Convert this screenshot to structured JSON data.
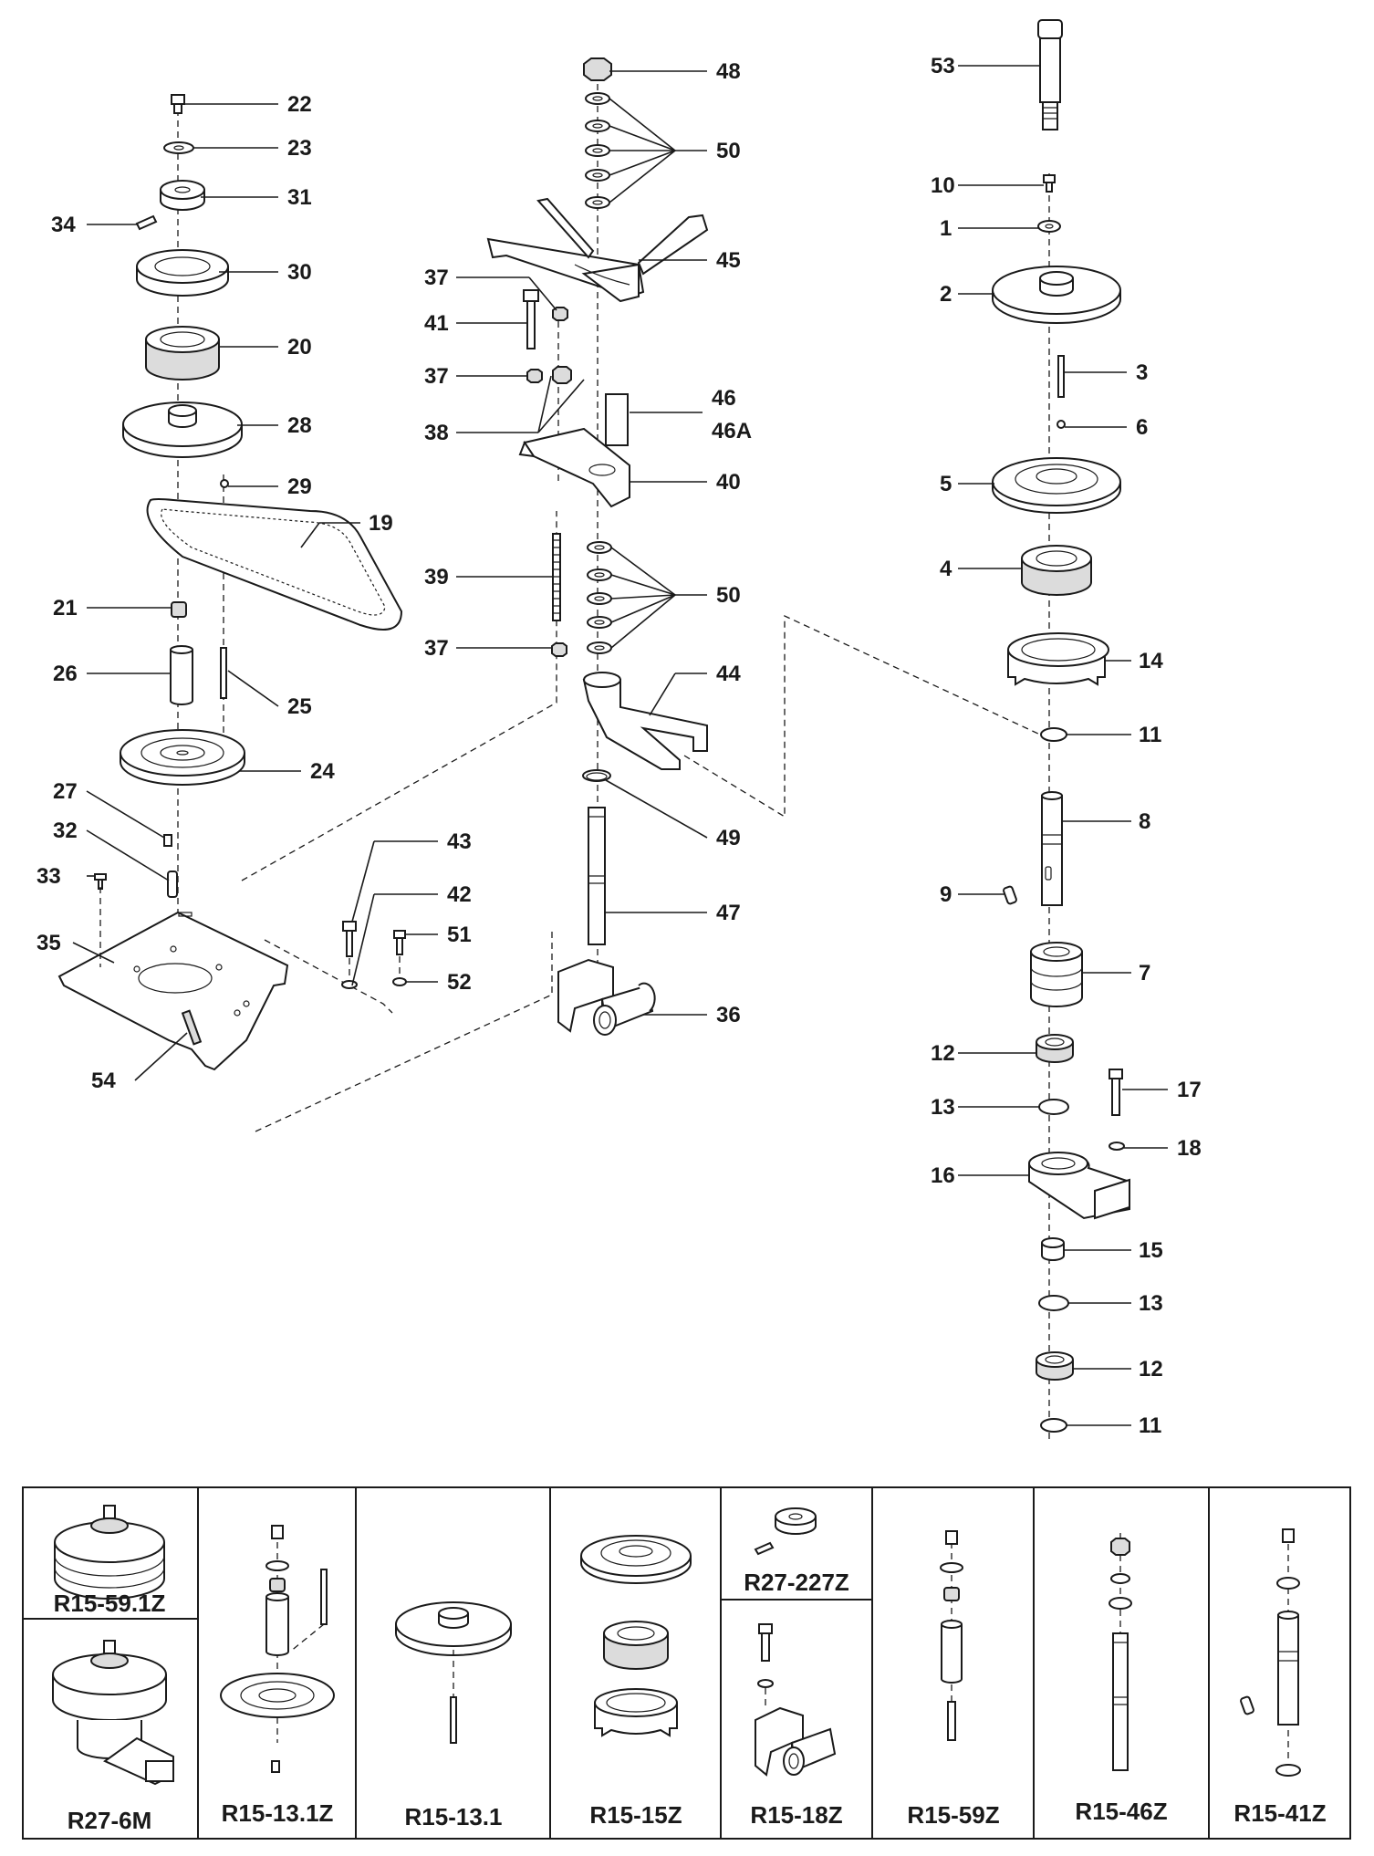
{
  "callouts": [
    {
      "id": "22",
      "label": "22"
    },
    {
      "id": "23",
      "label": "23"
    },
    {
      "id": "31",
      "label": "31"
    },
    {
      "id": "34",
      "label": "34"
    },
    {
      "id": "30",
      "label": "30"
    },
    {
      "id": "20",
      "label": "20"
    },
    {
      "id": "28",
      "label": "28"
    },
    {
      "id": "29",
      "label": "29"
    },
    {
      "id": "19",
      "label": "19"
    },
    {
      "id": "21",
      "label": "21"
    },
    {
      "id": "26",
      "label": "26"
    },
    {
      "id": "25",
      "label": "25"
    },
    {
      "id": "24",
      "label": "24"
    },
    {
      "id": "27",
      "label": "27"
    },
    {
      "id": "32",
      "label": "32"
    },
    {
      "id": "33",
      "label": "33"
    },
    {
      "id": "35",
      "label": "35"
    },
    {
      "id": "54",
      "label": "54"
    },
    {
      "id": "48",
      "label": "48"
    },
    {
      "id": "50a",
      "label": "50"
    },
    {
      "id": "45",
      "label": "45"
    },
    {
      "id": "37a",
      "label": "37"
    },
    {
      "id": "41",
      "label": "41"
    },
    {
      "id": "37b",
      "label": "37"
    },
    {
      "id": "46",
      "label": "46"
    },
    {
      "id": "46A",
      "label": "46A"
    },
    {
      "id": "38",
      "label": "38"
    },
    {
      "id": "40",
      "label": "40"
    },
    {
      "id": "39",
      "label": "39"
    },
    {
      "id": "50b",
      "label": "50"
    },
    {
      "id": "37c",
      "label": "37"
    },
    {
      "id": "44",
      "label": "44"
    },
    {
      "id": "49",
      "label": "49"
    },
    {
      "id": "47",
      "label": "47"
    },
    {
      "id": "43",
      "label": "43"
    },
    {
      "id": "42",
      "label": "42"
    },
    {
      "id": "51",
      "label": "51"
    },
    {
      "id": "52",
      "label": "52"
    },
    {
      "id": "36",
      "label": "36"
    },
    {
      "id": "53",
      "label": "53"
    },
    {
      "id": "10",
      "label": "10"
    },
    {
      "id": "1",
      "label": "1"
    },
    {
      "id": "2",
      "label": "2"
    },
    {
      "id": "3",
      "label": "3"
    },
    {
      "id": "6",
      "label": "6"
    },
    {
      "id": "5",
      "label": "5"
    },
    {
      "id": "4",
      "label": "4"
    },
    {
      "id": "14",
      "label": "14"
    },
    {
      "id": "11a",
      "label": "11"
    },
    {
      "id": "8",
      "label": "8"
    },
    {
      "id": "9",
      "label": "9"
    },
    {
      "id": "7",
      "label": "7"
    },
    {
      "id": "12a",
      "label": "12"
    },
    {
      "id": "17",
      "label": "17"
    },
    {
      "id": "13a",
      "label": "13"
    },
    {
      "id": "18",
      "label": "18"
    },
    {
      "id": "16",
      "label": "16"
    },
    {
      "id": "15",
      "label": "15"
    },
    {
      "id": "13b",
      "label": "13"
    },
    {
      "id": "12b",
      "label": "12"
    },
    {
      "id": "11b",
      "label": "11"
    }
  ],
  "kits": [
    {
      "id": "r15-59-1z",
      "label": "R15-59.1Z"
    },
    {
      "id": "r27-6m",
      "label": "R27-6M"
    },
    {
      "id": "r15-13-1z",
      "label": "R15-13.1Z"
    },
    {
      "id": "r15-13-1",
      "label": "R15-13.1"
    },
    {
      "id": "r15-15z",
      "label": "R15-15Z"
    },
    {
      "id": "r27-227z",
      "label": "R27-227Z"
    },
    {
      "id": "r15-18z",
      "label": "R15-18Z"
    },
    {
      "id": "r15-59z",
      "label": "R15-59Z"
    },
    {
      "id": "r15-46z",
      "label": "R15-46Z"
    },
    {
      "id": "r15-41z",
      "label": "R15-41Z"
    }
  ]
}
